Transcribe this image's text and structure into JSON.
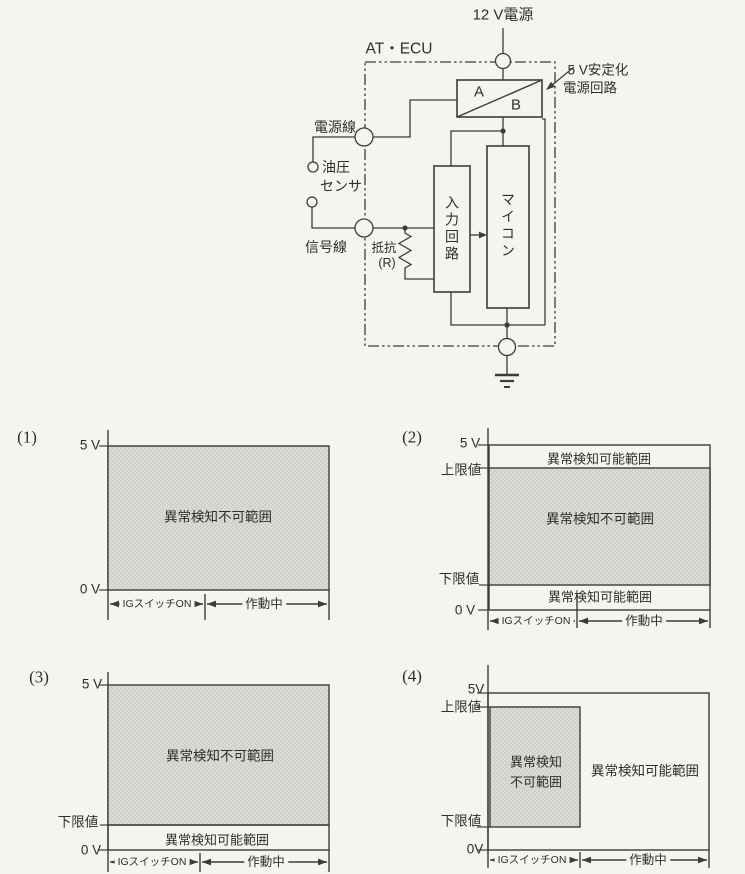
{
  "colors": {
    "paper": "#f5f4ef",
    "ink": "#3c3c3c",
    "shade": "#d8d8d2"
  },
  "circuit": {
    "supply_label": "12 V電源",
    "ecu_label": "AT・ECU",
    "regulator_a": "A",
    "regulator_b": "B",
    "regulator_label1": "5 V安定化",
    "regulator_label2": "電源回路",
    "power_line_label": "電源線",
    "sensor_label1": "油圧",
    "sensor_label2": "センサ",
    "signal_line_label": "信号線",
    "resistor_label1": "抵抗",
    "resistor_label2": "(R)",
    "input_circuit_label": "入力回路",
    "microcomputer_label": "マイコン"
  },
  "graphs": {
    "g1": {
      "number": "(1)",
      "y_5v": "5 V",
      "y_0v": "0 V",
      "region_undetectable": "異常検知不可範囲",
      "x_ig": "IGスイッチON",
      "x_operating": "作動中"
    },
    "g2": {
      "number": "(2)",
      "y_5v": "5 V",
      "y_upper": "上限値",
      "y_lower": "下限値",
      "y_0v": "0 V",
      "region_detectable_top": "異常検知可能範囲",
      "region_undetectable": "異常検知不可範囲",
      "region_detectable_bottom": "異常検知可能範囲",
      "x_ig": "IGスイッチON",
      "x_operating": "作動中"
    },
    "g3": {
      "number": "(3)",
      "y_5v": "5 V",
      "y_lower": "下限値",
      "y_0v": "0 V",
      "region_undetectable": "異常検知不可範囲",
      "region_detectable": "異常検知可能範囲",
      "x_ig": "IGスイッチON",
      "x_operating": "作動中"
    },
    "g4": {
      "number": "(4)",
      "y_5v": "5V",
      "y_upper": "上限値",
      "y_lower": "下限値",
      "y_0v": "0V",
      "region_undetectable_line1": "異常検知",
      "region_undetectable_line2": "不可範囲",
      "region_detectable": "異常検知可能範囲",
      "x_ig": "IGスイッチON",
      "x_operating": "作動中"
    }
  }
}
